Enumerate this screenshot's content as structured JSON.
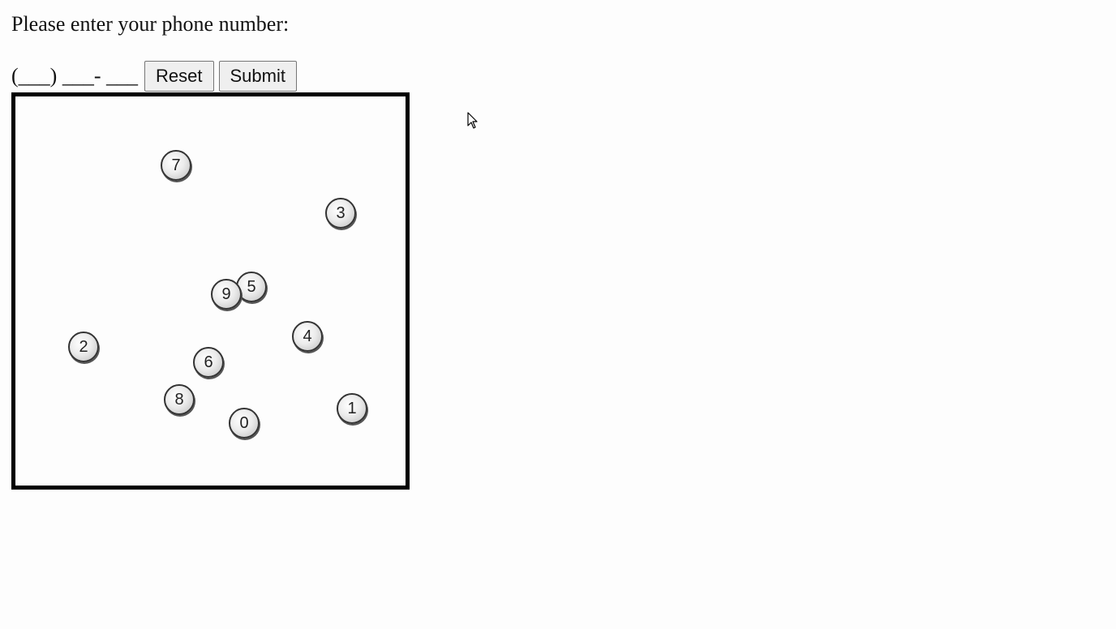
{
  "prompt": "Please enter your phone number:",
  "phone": {
    "open_paren": "(",
    "area_blank": "___",
    "close_paren": ")",
    "prefix_blank": "___",
    "dash": "-",
    "line_blank": "___"
  },
  "buttons": {
    "reset_label": "Reset",
    "submit_label": "Submit"
  },
  "balls": [
    {
      "label": "7"
    },
    {
      "label": "3"
    },
    {
      "label": "5"
    },
    {
      "label": "9"
    },
    {
      "label": "4"
    },
    {
      "label": "2"
    },
    {
      "label": "6"
    },
    {
      "label": "8"
    },
    {
      "label": "1"
    },
    {
      "label": "0"
    }
  ],
  "cursor_icon": "arrow-cursor-icon"
}
